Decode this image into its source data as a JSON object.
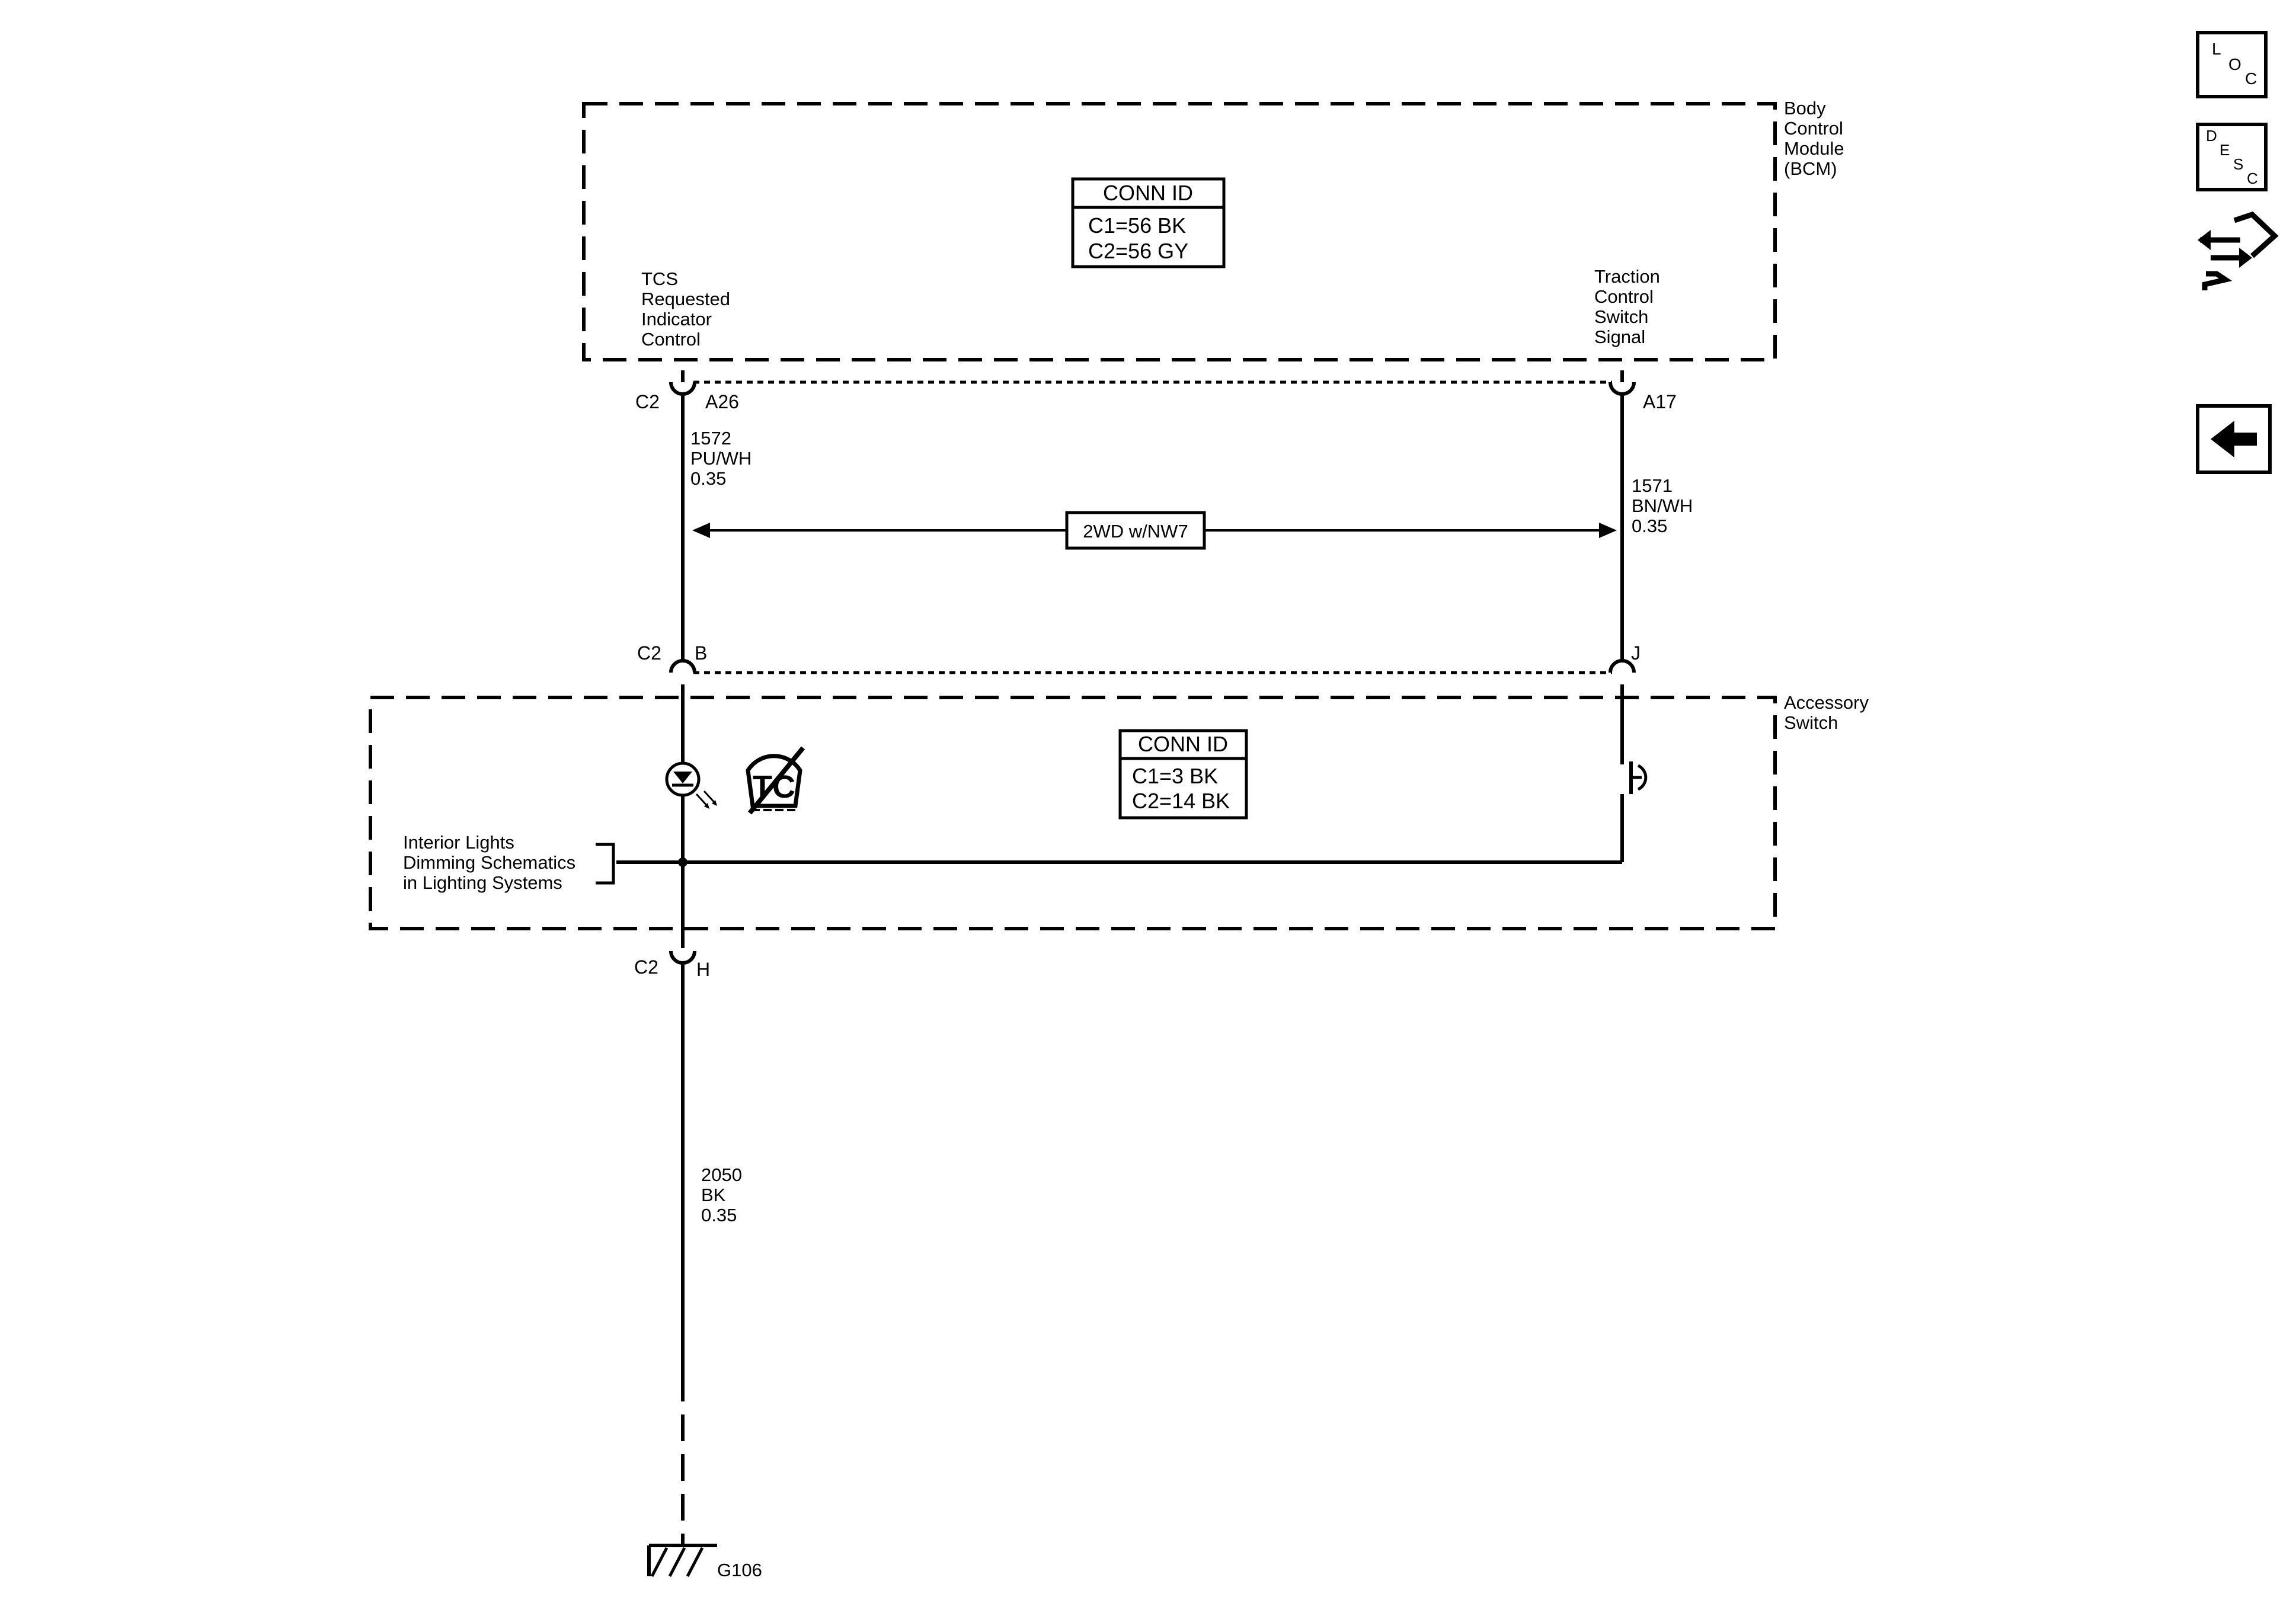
{
  "bcm": {
    "title_lines": [
      "Body",
      "Control",
      "Module",
      "(BCM)"
    ],
    "conn_id": {
      "title": "CONN ID",
      "lines": [
        "C1=56 BK",
        "C2=56 GY"
      ]
    },
    "left_label_lines": [
      "TCS",
      "Requested",
      "Indicator",
      "Control"
    ],
    "right_label_lines": [
      "Traction",
      "Control",
      "Switch",
      "Signal"
    ]
  },
  "accessory_switch": {
    "title_lines": [
      "Accessory",
      "Switch"
    ],
    "conn_id": {
      "title": "CONN ID",
      "lines": [
        "C1=3 BK",
        "C2=14 BK"
      ]
    }
  },
  "connectors": {
    "top_left": {
      "connector": "C2",
      "pin": "A26"
    },
    "top_right": {
      "pin": "A17"
    },
    "mid_left": {
      "connector": "C2",
      "pin": "B"
    },
    "mid_right": {
      "pin": "J"
    },
    "bottom": {
      "connector": "C2",
      "pin": "H"
    }
  },
  "wires": {
    "left": {
      "circuit": "1572",
      "color": "PU/WH",
      "gauge": "0.35"
    },
    "right": {
      "circuit": "1571",
      "color": "BN/WH",
      "gauge": "0.35"
    },
    "ground": {
      "circuit": "2050",
      "color": "BK",
      "gauge": "0.35"
    }
  },
  "option_label": "2WD w/NW7",
  "dimming_ref_lines": [
    "Interior Lights",
    "Dimming Schematics",
    "in Lighting Systems"
  ],
  "ground": {
    "label": "G106"
  },
  "nav": {
    "loc": {
      "letters": [
        "L",
        "O",
        "C"
      ]
    },
    "desc": {
      "letters": [
        "D",
        "E",
        "S",
        "C"
      ]
    },
    "connector_icon": "connector-arrows-icon",
    "back_icon": "back-arrow-icon"
  }
}
